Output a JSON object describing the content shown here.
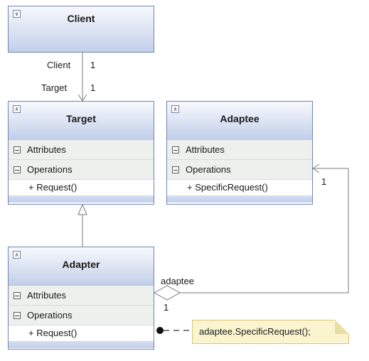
{
  "classes": {
    "client": {
      "name": "Client",
      "collapsed": true
    },
    "target": {
      "name": "Target",
      "attributes_label": "Attributes",
      "operations_label": "Operations",
      "operations": [
        "+ Request()"
      ]
    },
    "adaptee": {
      "name": "Adaptee",
      "attributes_label": "Attributes",
      "operations_label": "Operations",
      "operations": [
        "+ SpecificRequest()"
      ]
    },
    "adapter": {
      "name": "Adapter",
      "attributes_label": "Attributes",
      "operations_label": "Operations",
      "operations": [
        "+ Request()"
      ]
    }
  },
  "associations": {
    "client_target": {
      "source_role": "Client",
      "source_multiplicity": "1",
      "target_role": "Target",
      "target_multiplicity": "1"
    },
    "adapter_adaptee": {
      "role": "adaptee",
      "adapter_multiplicity": "1",
      "adaptee_multiplicity": "1"
    }
  },
  "note": {
    "text": "adaptee.SpecificRequest();"
  },
  "colors": {
    "border": "#6f86b4",
    "header_gradient_top": "#f7f9fd",
    "header_gradient_bottom": "#c3cfea",
    "section_bg": "#eef0ee",
    "note_bg": "#fbf5cf",
    "connector": "#7a7a7a"
  },
  "icons": {
    "collapse": "double-chevron-up-icon",
    "expand": "double-chevron-down-icon",
    "section": "minus-box-icon"
  }
}
